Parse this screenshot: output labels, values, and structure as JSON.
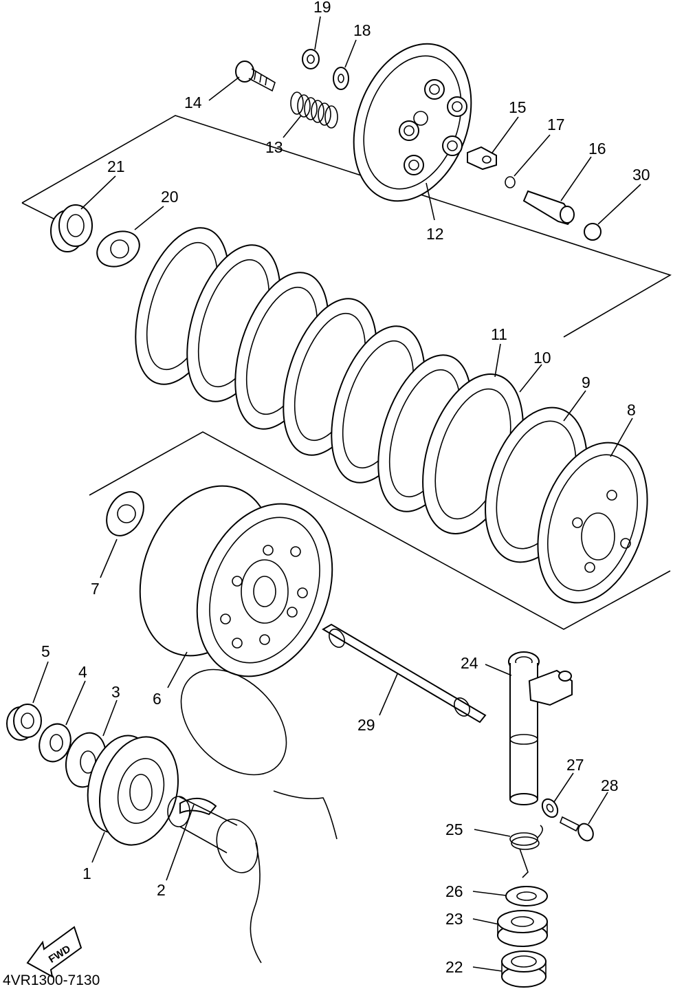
{
  "diagram": {
    "code": "4VR1300-7130",
    "fwd": "FWD",
    "labels": {
      "l1": "1",
      "l2": "2",
      "l3": "3",
      "l4": "4",
      "l5": "5",
      "l6": "6",
      "l7": "7",
      "l8": "8",
      "l9": "9",
      "l10": "10",
      "l11": "11",
      "l12": "12",
      "l13": "13",
      "l14": "14",
      "l15": "15",
      "l16": "16",
      "l17": "17",
      "l18": "18",
      "l19": "19",
      "l20": "20",
      "l21": "21",
      "l22": "22",
      "l23": "23",
      "l24": "24",
      "l25": "25",
      "l26": "26",
      "l27": "27",
      "l28": "28",
      "l29": "29",
      "l30": "30"
    }
  }
}
